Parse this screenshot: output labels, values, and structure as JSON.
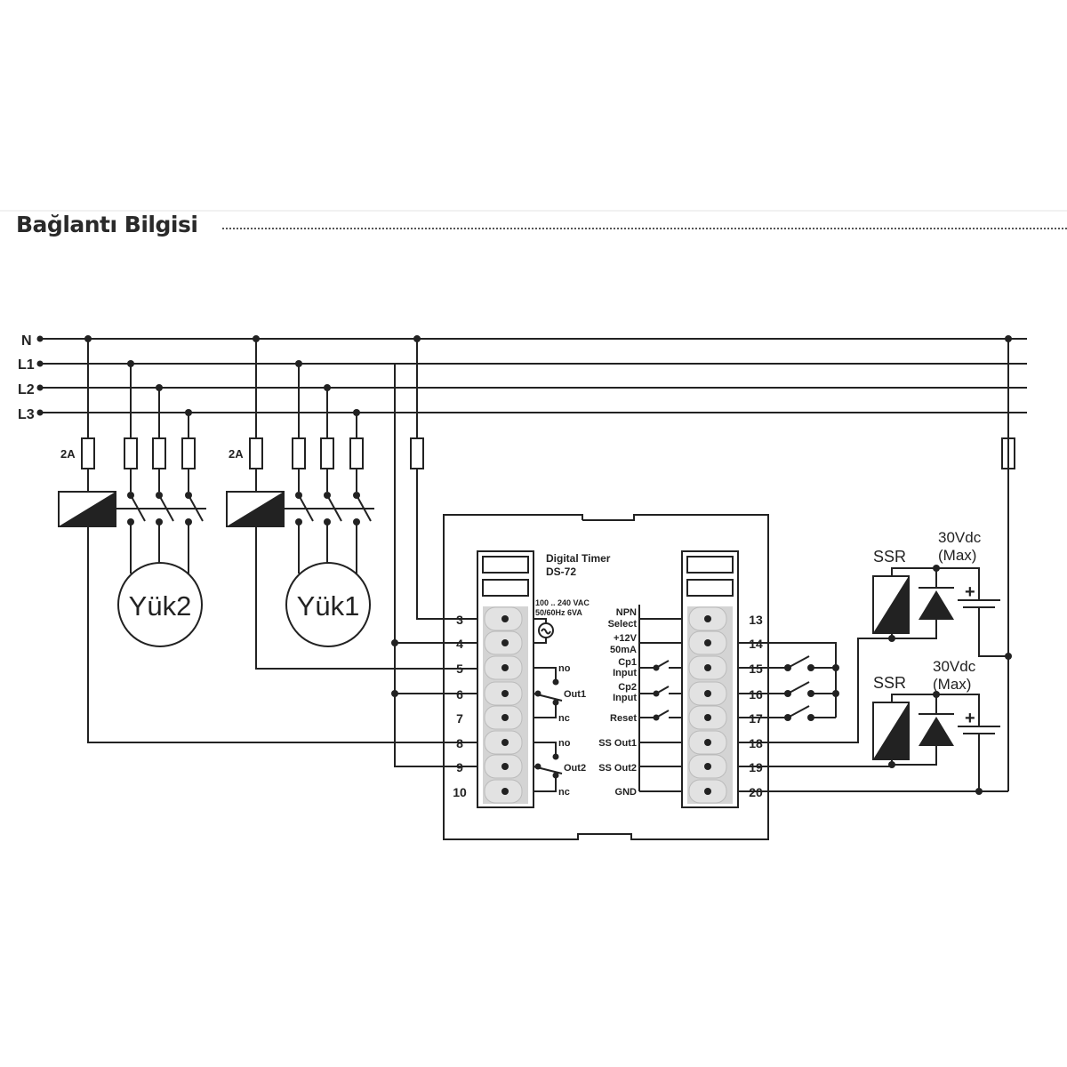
{
  "header": {
    "title": "Bağlantı Bilgisi"
  },
  "bus": {
    "labels": [
      "N",
      "L1",
      "L2",
      "L3"
    ]
  },
  "fuses": {
    "rating": "2A"
  },
  "loads": {
    "load2": "Yük2",
    "load1": "Yük1"
  },
  "device": {
    "name": "Digital Timer",
    "model": "DS-72",
    "supply_line1": "100 .. 240 VAC",
    "supply_line2": "50/60Hz 6VA"
  },
  "left_terminals": [
    "3",
    "4",
    "5",
    "6",
    "7",
    "8",
    "9",
    "10"
  ],
  "relay_labels": {
    "no": "no",
    "nc": "nc",
    "out1": "Out1",
    "out2": "Out2"
  },
  "right_terminals": [
    "13",
    "14",
    "15",
    "16",
    "17",
    "18",
    "19",
    "20"
  ],
  "right_labels": {
    "npn1": "NPN",
    "npn2": "Select",
    "v1": "+12V",
    "v2": "50mA",
    "cp1a": "Cp1",
    "cp1b": "Input",
    "cp2a": "Cp2",
    "cp2b": "Input",
    "reset": "Reset",
    "ss1": "SS Out1",
    "ss2": "SS Out2",
    "gnd": "GND"
  },
  "ssr": {
    "label": "SSR",
    "voltage": "30Vdc",
    "max": "(Max)",
    "plus": "+"
  }
}
